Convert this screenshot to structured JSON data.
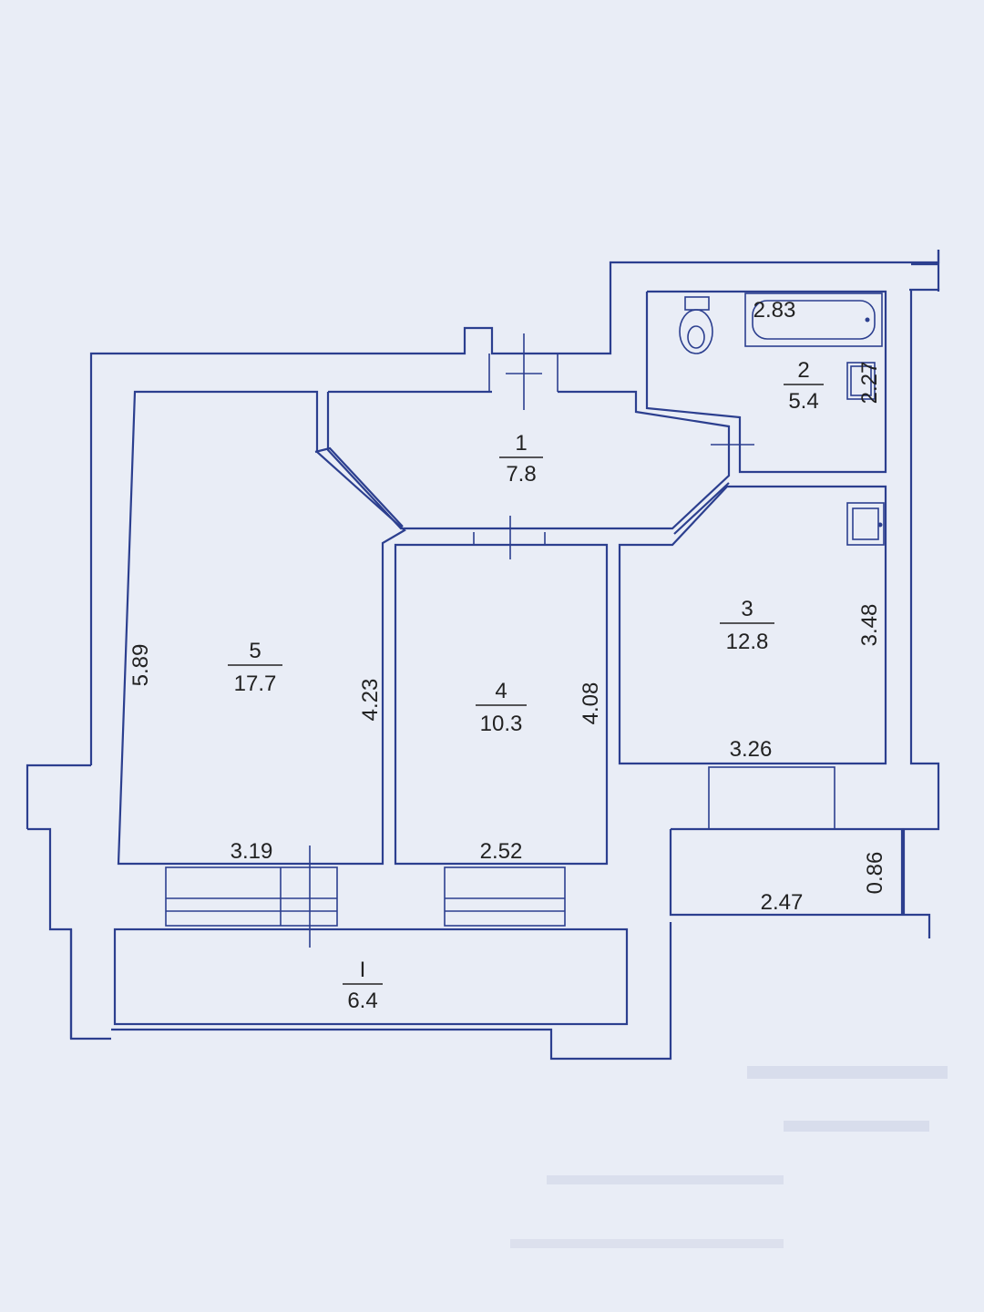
{
  "rooms": [
    {
      "id": "r1",
      "number": "1",
      "area": "7.8"
    },
    {
      "id": "r2",
      "number": "2",
      "area": "5.4"
    },
    {
      "id": "r3",
      "number": "3",
      "area": "12.8"
    },
    {
      "id": "r4",
      "number": "4",
      "area": "10.3"
    },
    {
      "id": "r5",
      "number": "5",
      "area": "17.7"
    },
    {
      "id": "balcony",
      "number": "I",
      "area": "6.4"
    }
  ],
  "dimensions": {
    "r2_length": "2.83",
    "r2_width": "2.27",
    "r3_height": "3.48",
    "r3_width": "3.26",
    "r4_height": "4.08",
    "r4_width": "2.52",
    "r5_outer_height": "5.89",
    "r5_inner_height": "4.23",
    "r5_width": "3.19",
    "loggia_width": "2.47",
    "loggia_depth": "0.86"
  },
  "colors": {
    "line": "#2c3f8f",
    "paper": "#e9edf6",
    "text": "#222222"
  }
}
